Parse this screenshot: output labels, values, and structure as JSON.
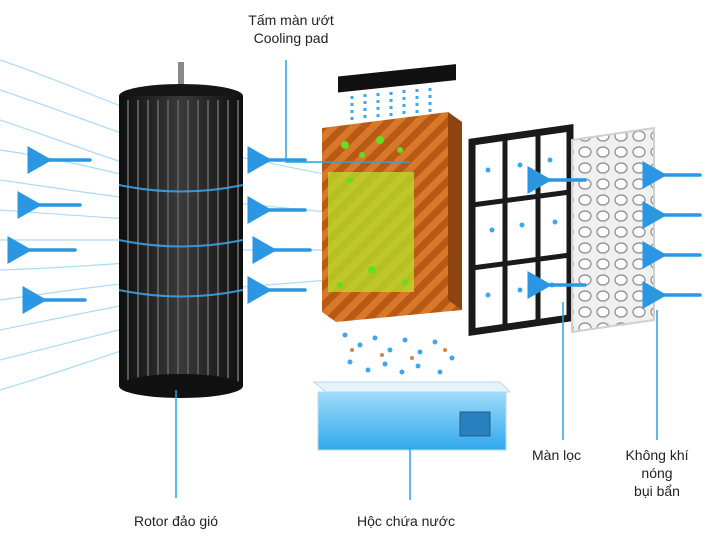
{
  "diagram": {
    "labels": {
      "cooling_pad_vi": "Tấm màn ướt",
      "cooling_pad_en": "Cooling pad",
      "rotor": "Rotor đảo gió",
      "water_tank": "Hộc chứa nước",
      "filter": "Màn lọc",
      "hot_air_line1": "Không khí",
      "hot_air_line2": "nóng",
      "hot_air_line3": "bụi bẩn"
    },
    "colors": {
      "airflow": "#1e90e0",
      "leader_line": "#29a3e6",
      "pad_orange": "#c8661a",
      "pad_green": "#b6e62a",
      "rotor_black": "#1b1b1b",
      "filter_frame": "#1a1a1a",
      "tank_water": "#4fc3f7"
    }
  }
}
